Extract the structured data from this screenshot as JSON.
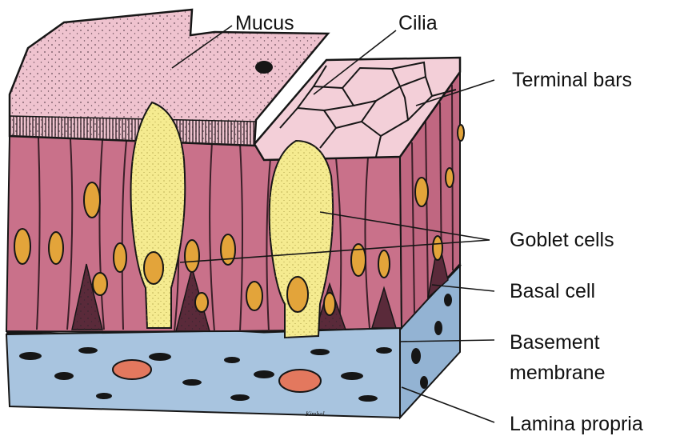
{
  "labels": {
    "mucus": "Mucus",
    "cilia": "Cilia",
    "terminal_bars": "Terminal bars",
    "goblet_cells": "Goblet cells",
    "basal_cell": "Basal cell",
    "basement_line1": "Basement",
    "basement_line2": "membrane",
    "lamina_propria": "Lamina propria"
  },
  "artist_signature": "Kimbal",
  "colors": {
    "epithelium": "#c9718a",
    "mucus": "#efc3cf",
    "goblet": "#f5eb90",
    "nucleus": "#e3a43a",
    "connective": "#a8c4df",
    "rbc": "#e3785e",
    "ink": "#161616"
  }
}
